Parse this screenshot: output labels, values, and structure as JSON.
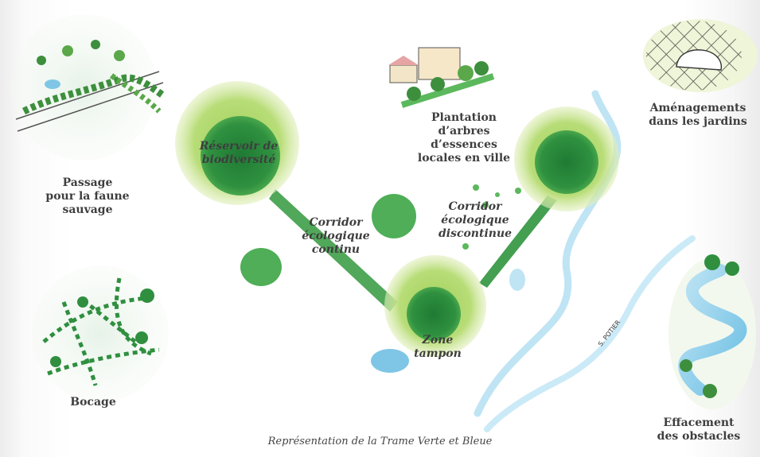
{
  "labels": {
    "reservoir": "Réservoir de\nbiodiversité",
    "corridor_continu": "Corridor\nécologique\ncontinu",
    "corridor_discontinu": "Corridor\nécologique\ndiscontinue",
    "zone_tampon": "Zone\ntampon",
    "plantation": "Plantation\nd’arbres\nd’essences\nlocales en ville",
    "passage": "Passage\npour la faune\nsauvage",
    "bocage": "Bocage",
    "amenagements": "Aménagements\ndans les jardins",
    "effacement": "Effacement\ndes obstacles"
  },
  "signature": "S. POTIER",
  "caption": "Représentation de la Trame Verte et Bleue",
  "colors": {
    "light_green": "#cde39a",
    "mid_green": "#8cc63f",
    "dark_green": "#2f8f3f",
    "water_blue": "#cfeaf6",
    "stream_blue": "#7fc6e6",
    "text": "#3e3e3e"
  }
}
